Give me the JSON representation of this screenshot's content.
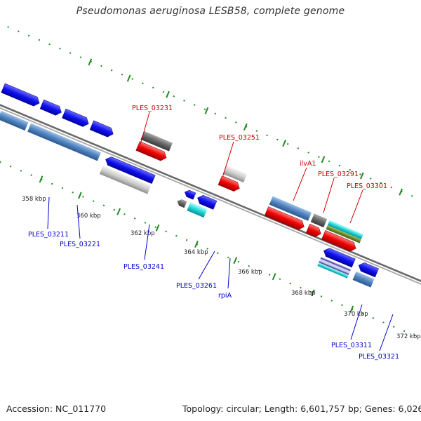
{
  "title": "Pseudomonas aeruginosa LESB58, complete genome",
  "footer": {
    "accession": "Accession: NC_011770",
    "summary": "Topology: circular; Length: 6,601,757 bp; Genes: 6,026"
  },
  "colors": {
    "forward_label": "#cc0000",
    "reverse_label": "#0000cc",
    "backbone": "#8a8a8a",
    "tick": "#1f8a1f"
  },
  "ticks": [
    "358 kbp",
    "360 kbp",
    "362 kbp",
    "364 kbp",
    "366 kbp",
    "368 kbp",
    "370 kbp",
    "372 kbp"
  ],
  "forward_labels": [
    "PLES_03231",
    "PLES_03251",
    "ilvA1",
    "PLES_03291",
    "PLES_03301"
  ],
  "reverse_labels": [
    "PLES_03211",
    "PLES_03221",
    "PLES_03241",
    "PLES_03261",
    "rpiA",
    "PLES_03311",
    "PLES_03321"
  ]
}
